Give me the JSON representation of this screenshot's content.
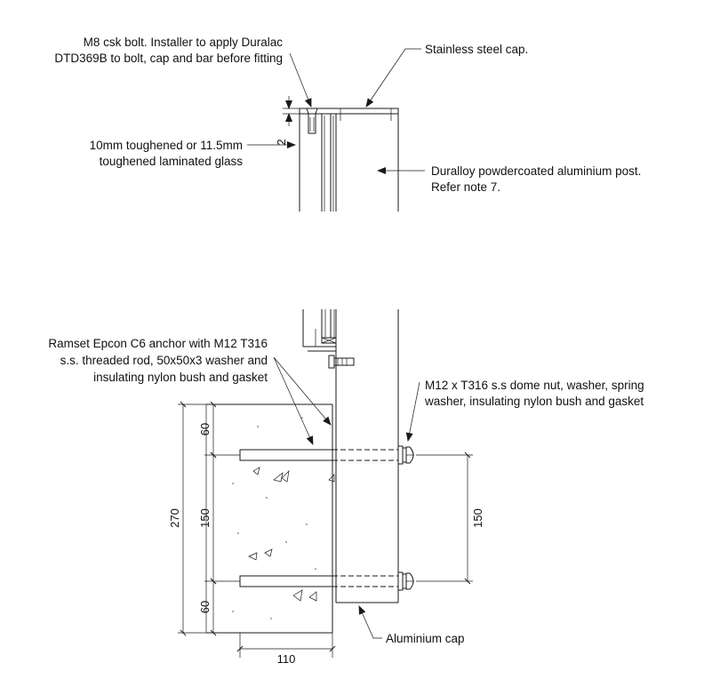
{
  "labels": {
    "bolt_line1": "M8 csk bolt. Installer to apply Duralac",
    "bolt_line2": "DTD369B to bolt, cap and bar before fitting",
    "cap_top": "Stainless steel cap.",
    "glass_line1": "10mm toughened or 11.5mm",
    "glass_line2": "toughened laminated glass",
    "post_line1": "Duralloy powdercoated aluminium post.",
    "post_line2": "Refer note 7.",
    "anchor_line1": "Ramset Epcon C6 anchor with M12 T316",
    "anchor_line2": "s.s. threaded rod, 50x50x3 washer and",
    "anchor_line3": "insulating nylon bush and gasket",
    "nut_line1": "M12 x T316 s.s dome nut, washer, spring",
    "nut_line2": "washer, insulating nylon bush and gasket",
    "cap_bottom": "Aluminium cap"
  },
  "dimensions": {
    "gap_top": "2",
    "overall_height": "270",
    "top_edge": "60",
    "anchor_spacing": "150",
    "bottom_edge": "60",
    "bolt_spacing": "150",
    "slab_width": "110"
  }
}
